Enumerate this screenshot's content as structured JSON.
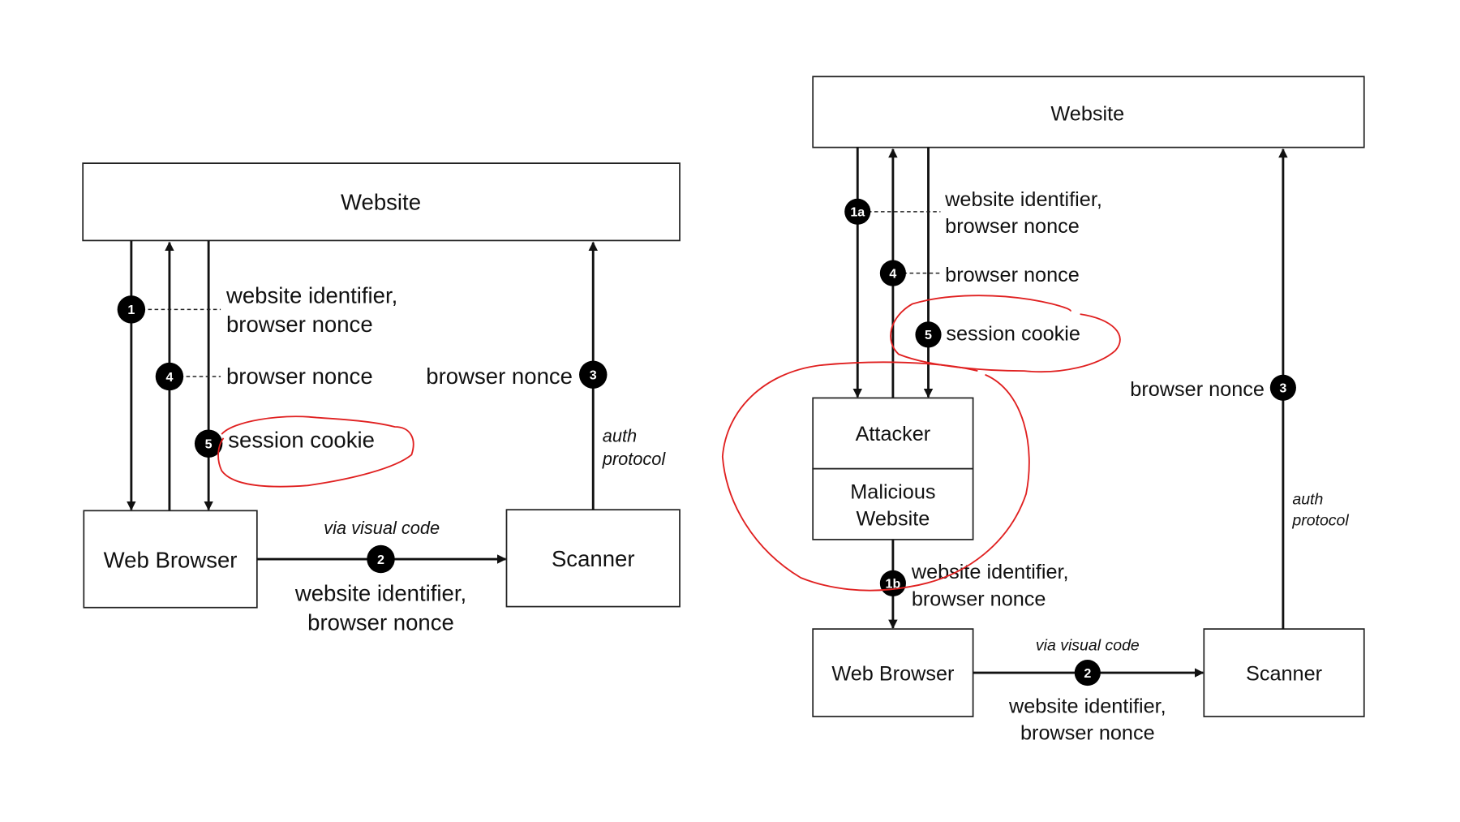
{
  "left": {
    "website": "Website",
    "web_browser": "Web Browser",
    "scanner": "Scanner",
    "step1": {
      "badge": "1",
      "line1": "website identifier,",
      "line2": "browser nonce"
    },
    "step2": {
      "badge": "2",
      "via": "via visual code",
      "line1": "website identifier,",
      "line2": "browser nonce"
    },
    "step3": {
      "badge": "3",
      "label": "browser nonce",
      "protocol1": "auth",
      "protocol2": "protocol"
    },
    "step4": {
      "badge": "4",
      "label": "browser nonce"
    },
    "step5": {
      "badge": "5",
      "label": "session cookie"
    }
  },
  "right": {
    "website": "Website",
    "attacker": "Attacker",
    "malicious1": "Malicious",
    "malicious2": "Website",
    "web_browser": "Web Browser",
    "scanner": "Scanner",
    "step1a": {
      "badge": "1a",
      "line1": "website identifier,",
      "line2": "browser nonce"
    },
    "step1b": {
      "badge": "1b",
      "line1": "website identifier,",
      "line2": "browser nonce"
    },
    "step2": {
      "badge": "2",
      "via": "via visual code",
      "line1": "website identifier,",
      "line2": "browser nonce"
    },
    "step3": {
      "badge": "3",
      "label": "browser nonce",
      "protocol1": "auth",
      "protocol2": "protocol"
    },
    "step4": {
      "badge": "4",
      "label": "browser nonce"
    },
    "step5": {
      "badge": "5",
      "label": "session cookie"
    }
  },
  "colors": {
    "annotation": "#e02020",
    "line": "#111111"
  }
}
